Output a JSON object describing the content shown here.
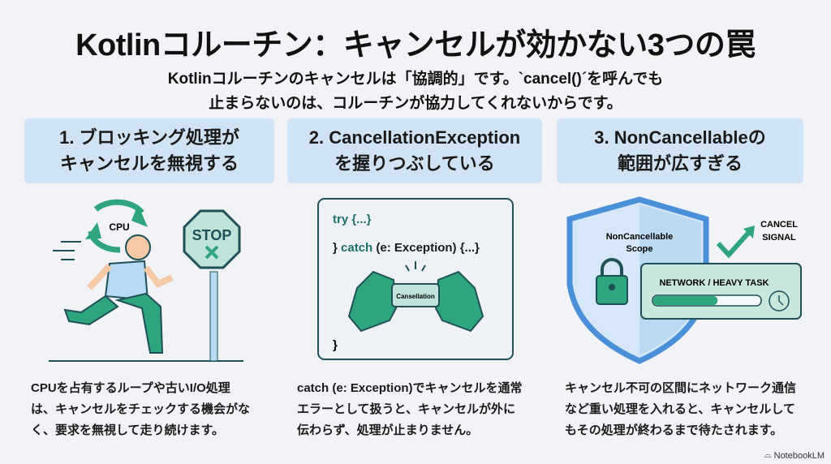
{
  "title": "Kotlinコルーチン：キャンセルが効かない3つの罠",
  "subtitle": [
    "Kotlinコルーチンのキャンセルは「協調的」です。`cancel()´を呼んでも",
    "止まらないのは、コルーチンが協力してくれないからです。"
  ],
  "sections": [
    {
      "heading": [
        "1. ブロッキング処理が",
        "キャンセルを無視する"
      ],
      "illustration": {
        "cpu_label": "CPU",
        "sign_label": "STOP"
      },
      "description": [
        "CPUを占有するループや古いI/O処理",
        "は、キャンセルをチェックする機会がな",
        "く、要求を無視して走り続けます。"
      ]
    },
    {
      "heading": [
        "2. CancellationException",
        "を握りつぶしている"
      ],
      "illustration": {
        "code_try": "try {...}",
        "code_catch_brace": "}",
        "code_catch_kw": "catch",
        "code_catch_rest": "(e: Exception) {...}",
        "code_close": "}",
        "card_label": "Cansellation"
      },
      "description": [
        "catch (e: Exception)でキャンセルを通常",
        "エラーとして扱うと、キャンセルが外に",
        "伝わらず、処理が止まりません。"
      ]
    },
    {
      "heading": [
        "3. NonCancellableの",
        "範囲が広すぎる"
      ],
      "illustration": {
        "shield_label": [
          "NonCancellable",
          "Scope"
        ],
        "signal_label": [
          "CANCEL",
          "SIGNAL"
        ],
        "task_label": "NETWORK / HEAVY TASK",
        "task_progress": 0.6
      },
      "description": [
        "キャンセル不可の区間にネットワーク通信",
        "など重い処理を入れると、キャンセルして",
        "もその処理が終わるまで待たされます。"
      ]
    }
  ],
  "brand": "NotebookLM",
  "colors": {
    "header_bg": "#cfe3f5",
    "green": "#2fa57f",
    "blue": "#4a90d9",
    "dark": "#1f4f57"
  }
}
